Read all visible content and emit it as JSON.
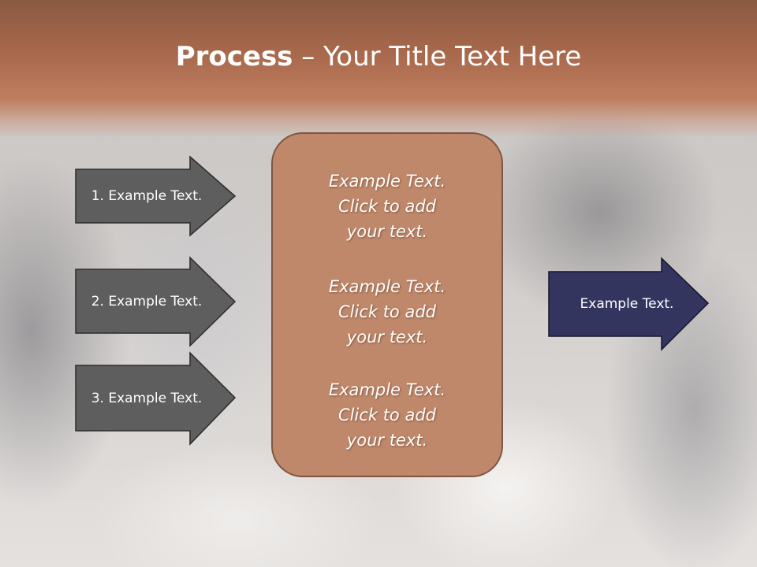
{
  "title": {
    "bold": "Process",
    "rest": " – Your Title Text Here"
  },
  "left_arrows": [
    {
      "label": "1. Example Text."
    },
    {
      "label": "2. Example Text."
    },
    {
      "label": "3. Example Text."
    }
  ],
  "center_box": {
    "blocks": [
      {
        "line1": "Example Text.",
        "line2": "Click  to add",
        "line3": "your text."
      },
      {
        "line1": "Example Text.",
        "line2": "Click  to add",
        "line3": "your text."
      },
      {
        "line1": "Example Text.",
        "line2": "Click  to add",
        "line3": "your text."
      }
    ]
  },
  "right_arrow": {
    "label": "Example Text."
  },
  "colors": {
    "header_brown": "#a9694c",
    "center_box_fill": "#c0886a",
    "left_arrow_fill": "#5e5e5e",
    "right_arrow_fill": "#33355f"
  }
}
